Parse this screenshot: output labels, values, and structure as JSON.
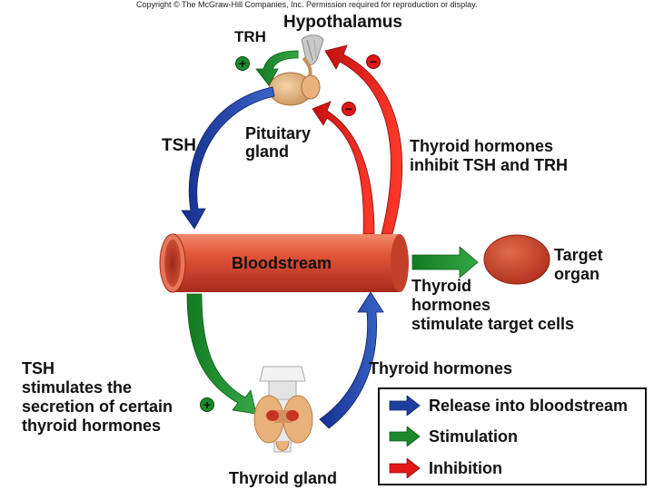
{
  "copyright": "Copyright © The McGraw-Hill Companies, Inc. Permission required for reproduction or display.",
  "labels": {
    "hypothalamus": "Hypothalamus",
    "trh": "TRH",
    "pituitary_line1": "Pituitary",
    "pituitary_line2": "gland",
    "tsh": "TSH",
    "inhibit_line1": "Thyroid hormones",
    "inhibit_line2": "inhibit TSH and TRH",
    "bloodstream": "Bloodstream",
    "target_line1": "Target",
    "target_line2": "organ",
    "stimulate_line1": "Thyroid",
    "stimulate_line2": "hormones",
    "stimulate_line3": "stimulate target cells",
    "tsh_stim_line1": "TSH",
    "tsh_stim_line2": "stimulates the",
    "tsh_stim_line3": "secretion of certain",
    "tsh_stim_line4": "thyroid hormones",
    "thyroid_hormones": "Thyroid hormones",
    "thyroid_gland": "Thyroid gland"
  },
  "signs": {
    "plus": "+",
    "minus": "−"
  },
  "legend": {
    "items": [
      {
        "label": "Release into bloodstream",
        "color": "#1f3f9f"
      },
      {
        "label": "Stimulation",
        "color": "#1a8a2a"
      },
      {
        "label": "Inhibition",
        "color": "#e01818"
      }
    ]
  },
  "colors": {
    "release": "#1f3f9f",
    "stimulation": "#1a8a2a",
    "inhibition": "#e01818",
    "vessel": "#d9432c",
    "organ": "#c8402a",
    "gland": "#e8b27a"
  }
}
